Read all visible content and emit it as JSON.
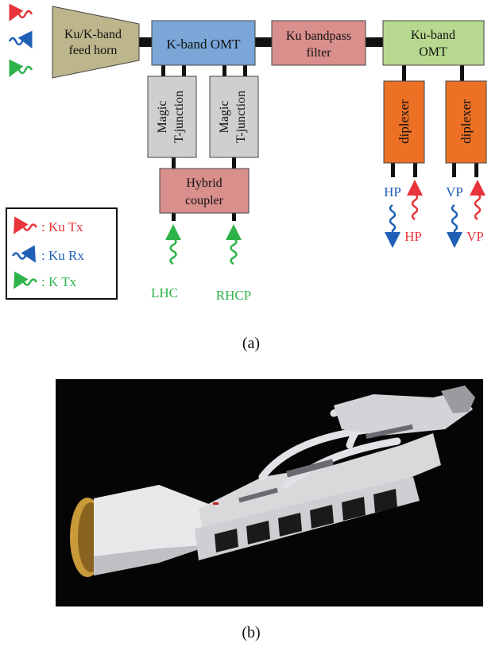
{
  "blocks": {
    "feed_horn": [
      "Ku/K-band",
      "feed horn"
    ],
    "k_omt": "K-band OMT",
    "ku_filter": [
      "Ku bandpass",
      "filter"
    ],
    "ku_omt": [
      "Ku-band",
      "OMT"
    ],
    "magic_t_1": [
      "Magic",
      "T-junction"
    ],
    "magic_t_2": [
      "Magic",
      "T-junction"
    ],
    "hybrid": [
      "Hybrid",
      "coupler"
    ],
    "diplexer_1": "diplexer",
    "diplexer_2": "diplexer"
  },
  "port_labels": {
    "lhc": "LHC",
    "rhcp": "RHCP",
    "hp_rx": "HP",
    "hp_tx": "HP",
    "vp_rx": "VP",
    "vp_tx": "VP"
  },
  "legend": [
    {
      "text": ": Ku Tx",
      "color": "#e8343a"
    },
    {
      "text": ": Ku Rx",
      "color": "#1f5fb5"
    },
    {
      "text": ": K Tx",
      "color": "#2eb34a"
    }
  ],
  "captions": {
    "a": "(a)",
    "b": "(b)"
  },
  "colors": {
    "feed_horn": "#bdb58b",
    "omt_blue": "#7aa7d8",
    "filter_pink": "#d98f8c",
    "ku_omt_green": "#b7d98f",
    "diplexer_orange": "#ec7124",
    "magic_t_gray": "#cfcfcf",
    "waveguide": "#111111",
    "photo_bg": "#050505",
    "horn_gold": "#c99a3a"
  },
  "photo": {
    "subject": "feed-network-model-photo"
  }
}
